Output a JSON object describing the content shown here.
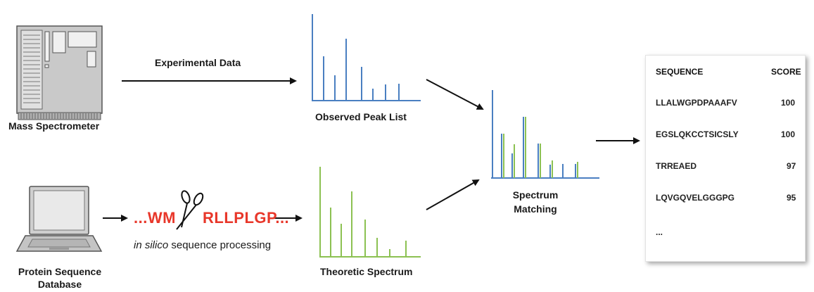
{
  "labels": {
    "mass_spectrometer": "Mass Spectrometer",
    "experimental_data": "Experimental Data",
    "observed_peak_list": "Observed Peak List",
    "protein_db_line1": "Protein Sequence",
    "protein_db_line2": "Database",
    "theoretic_spectrum": "Theoretic Spectrum",
    "spectrum_matching_line1": "Spectrum",
    "spectrum_matching_line2": "Matching",
    "processing_italic": "in silico",
    "processing_rest": " sequence processing"
  },
  "peptide": {
    "left": "...WM",
    "right": "RLLPLGP..."
  },
  "results": {
    "header_sequence": "SEQUENCE",
    "header_score": "SCORE",
    "rows": [
      {
        "sequence": "LLALWGPDPAAAFV",
        "score": "100"
      },
      {
        "sequence": "EGSLQKCCTSICSLY",
        "score": "100"
      },
      {
        "sequence": "TRREAED",
        "score": "97"
      },
      {
        "sequence": "LQVGQVELGGGPG",
        "score": "95"
      }
    ],
    "ellipsis": "..."
  },
  "colors": {
    "observed": "#4a7fc1",
    "theoretic": "#8cc152",
    "peptide_red": "#e8372a",
    "arrow": "#111111"
  },
  "icons": [
    "mass-spectrometer-icon",
    "laptop-icon",
    "scissors-icon"
  ]
}
